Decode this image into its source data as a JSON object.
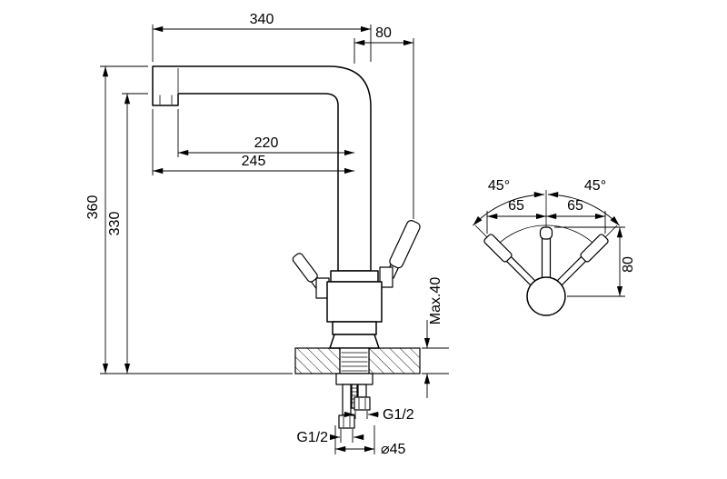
{
  "front_view": {
    "spout_reach_total": "340",
    "handle_offset_top": "80",
    "reach_inner": "220",
    "reach_outer": "245",
    "height_total": "360",
    "height_under_spout": "330",
    "max_deck_thickness": "Max.40",
    "thread_left": "G1/2",
    "thread_right": "G1/2",
    "base_diameter": "⌀45"
  },
  "top_view": {
    "swing_angle_left": "45°",
    "swing_angle_right": "45°",
    "handle_offset_left": "65",
    "handle_offset_right": "65",
    "handle_length": "80"
  }
}
